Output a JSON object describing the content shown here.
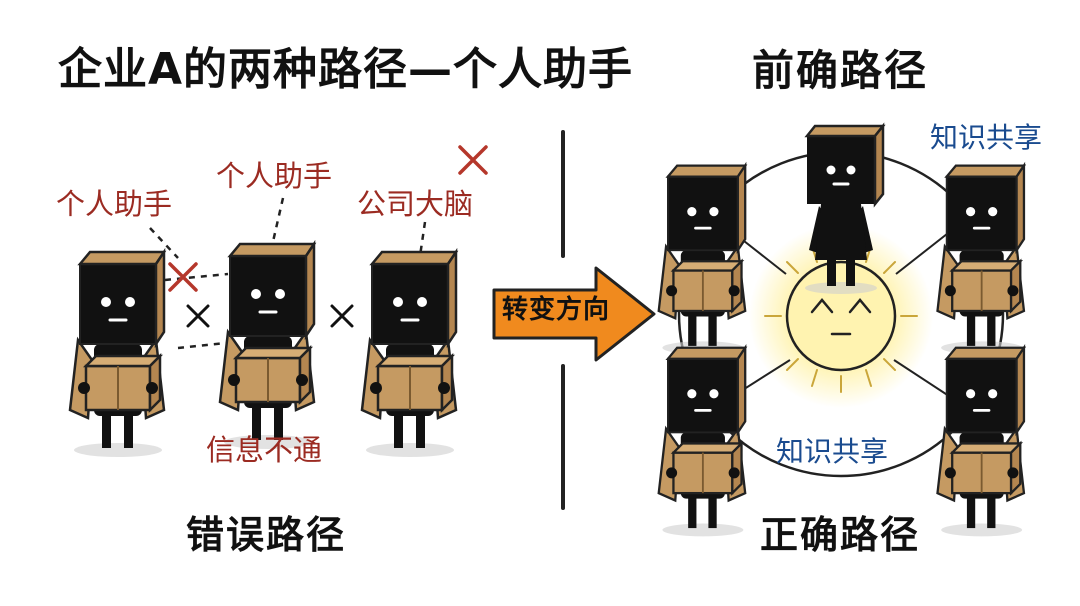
{
  "title": {
    "left": "企业A的两种路径—个人助手",
    "right": "前确路径"
  },
  "left_panel": {
    "labels": {
      "assistant_1": "个人助手",
      "assistant_2": "个人助手",
      "company_brain": "公司大脑",
      "info_blocked": "信息不通"
    },
    "caption": "错误路径"
  },
  "arrow": {
    "label": "转变方向"
  },
  "right_panel": {
    "labels": {
      "knowledge_top": "知识共享",
      "knowledge_bottom": "知识共享"
    },
    "caption": "正确路径"
  },
  "colors": {
    "red_text": "#9b2b22",
    "blue_text": "#1a4b8f",
    "cardboard": "#c59a62",
    "arrow_orange": "#f08a1e",
    "sun_glow": "#fff3b0"
  },
  "icons": [
    "robot-box-character",
    "cross-mark-icon",
    "sun-hub-icon",
    "arrow-right-icon"
  ]
}
